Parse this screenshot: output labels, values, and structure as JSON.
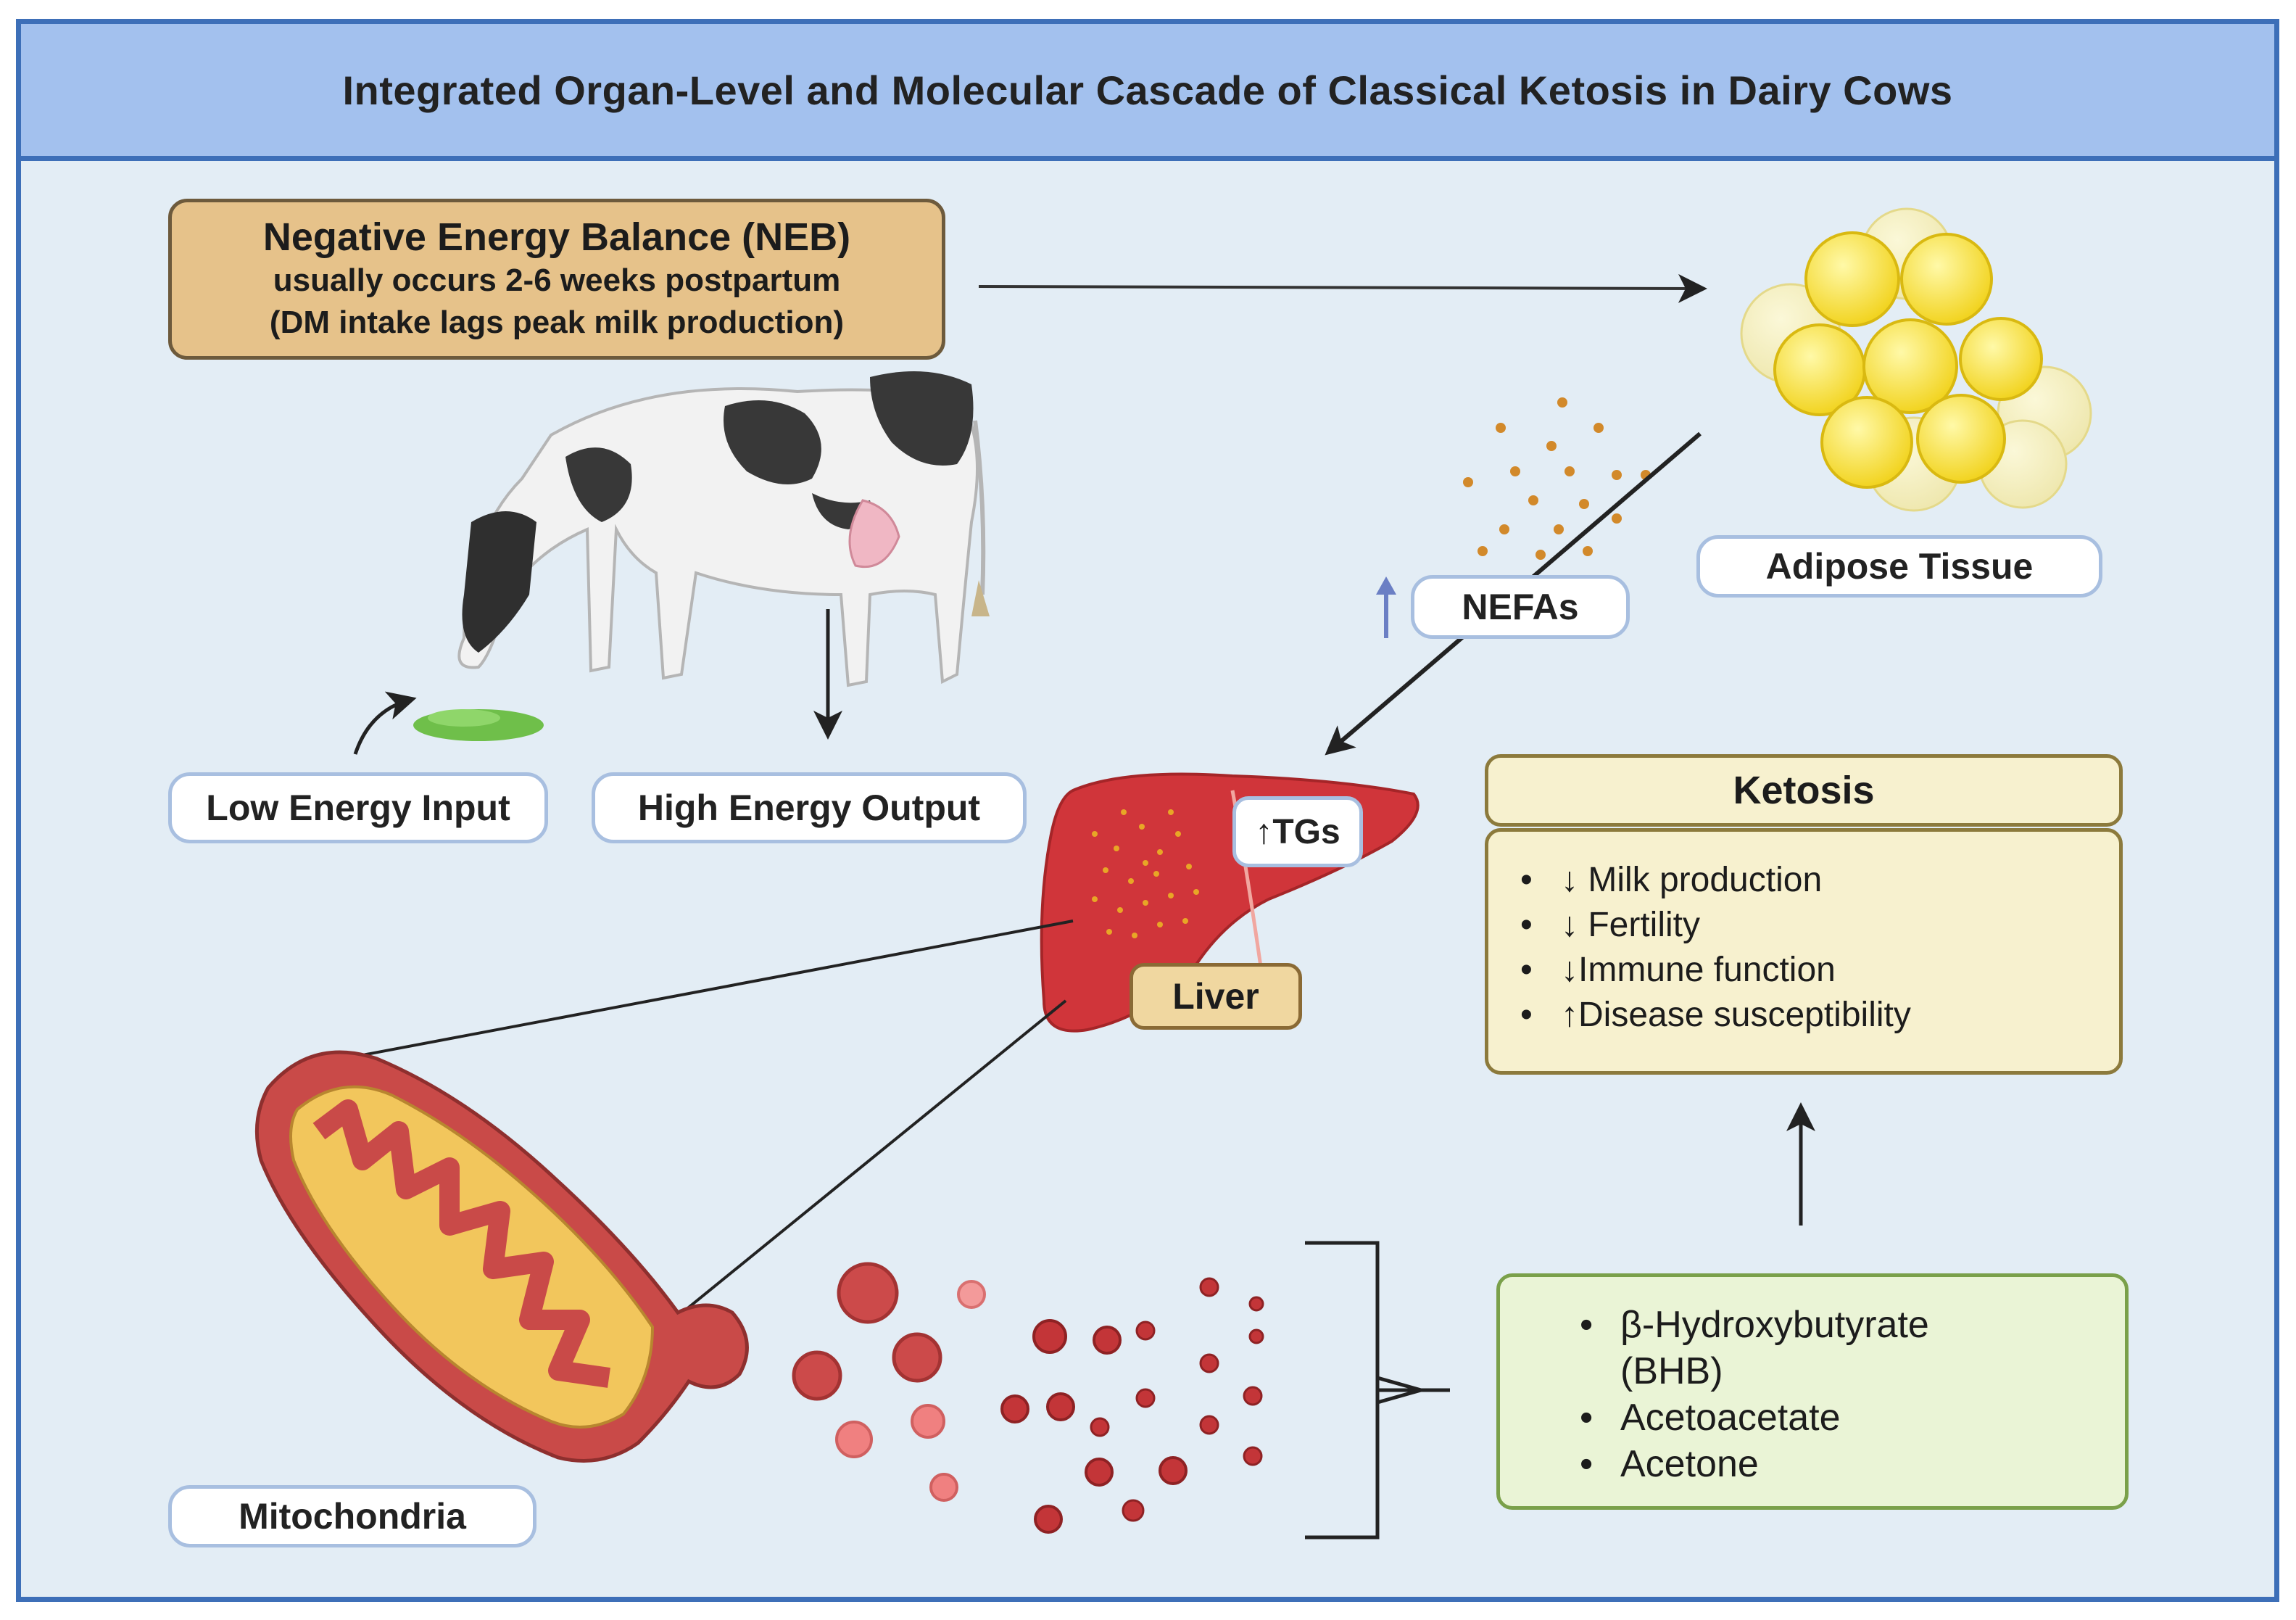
{
  "title": "Integrated Organ-Level and Molecular Cascade of Classical Ketosis in Dairy Cows",
  "neb": {
    "line1": "Negative Energy Balance (NEB)",
    "line2": "usually occurs 2-6 weeks postpartum",
    "line3": "(DM intake lags peak milk production)"
  },
  "labels": {
    "low_energy_input": "Low Energy Input",
    "high_energy_output": "High Energy Output",
    "adipose_tissue": "Adipose Tissue",
    "nefas": "NEFAs",
    "tgs": "↑TGs",
    "liver": "Liver",
    "mitochondria": "Mitochondria"
  },
  "ketosis": {
    "title": "Ketosis",
    "effects": [
      "↓ Milk production",
      "↓ Fertility",
      "↓Immune function",
      "↑Disease susceptibility"
    ]
  },
  "ketone_bodies": {
    "item1_line1": "β-Hydroxybutyrate",
    "item1_line2": "(BHB)",
    "item2": "Acetoacetate",
    "item3": "Acetone"
  },
  "colors": {
    "header_fill": "#a3c1ee",
    "frame_border": "#3d6fb8",
    "background": "#e3edf5",
    "neb_fill": "#e6c28a",
    "ketosis_fill": "#f7f1cf",
    "ketone_fill": "#eaf4d6",
    "liver": "#d0353a",
    "adipose": "#f7e23a",
    "mitochondria_outer": "#c94a48",
    "mitochondria_inner": "#f2c65c"
  }
}
